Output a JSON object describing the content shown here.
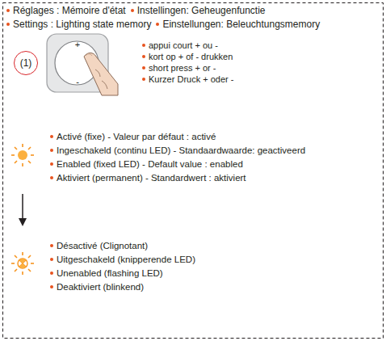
{
  "diagram": {
    "nodes": [
      {
        "text": [
          "(1)"
        ]
      }
    ],
    "labels": [
      "Réglages : Mémoire d'état",
      "Instellingen: Geheugenfunctie",
      "Settings : Lighting state memory",
      "Einstellungen: Beleuchtungsmemory",
      "+",
      "-",
      "appui court + ou -",
      "kort op + of - drukken",
      "short press + or -",
      "Kurzer Druck + oder -",
      "Activé (fixe) - Valeur par défaut : activé",
      "Ingeschakeld (continu LED) - Standaardwaarde: geactiveerd",
      "Enabled (fixed LED) - Default value : enabled",
      "Aktiviert (permanent) - Standardwert : aktiviert",
      "Désactivé (Clignotant)",
      "Uitgeschakeld (knipperende LED)",
      "Unenabled (flashing LED)",
      "Deaktiviert (blinkend)"
    ]
  }
}
